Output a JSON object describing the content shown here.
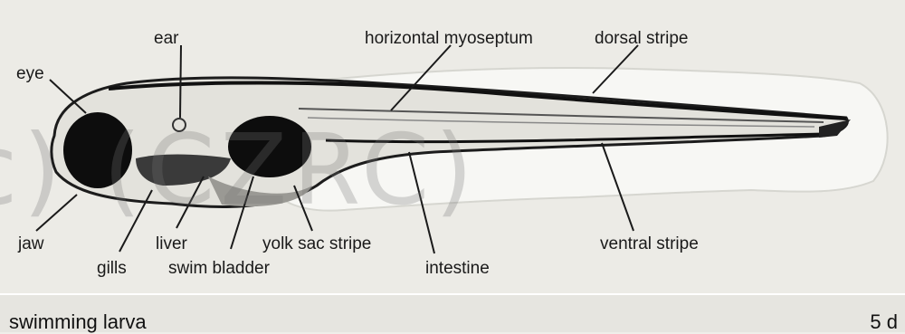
{
  "figure": {
    "labels": {
      "eye": "eye",
      "ear": "ear",
      "horizontal_myoseptum": "horizontal myoseptum",
      "dorsal_stripe": "dorsal stripe",
      "jaw": "jaw",
      "gills": "gills",
      "liver": "liver",
      "swim_bladder": "swim bladder",
      "yolk_sac_stripe": "yolk sac stripe",
      "intestine": "intestine",
      "ventral_stripe": "ventral stripe"
    },
    "watermark": "c) (CZRC)"
  },
  "footer": {
    "stage": "swimming larva",
    "age": "5 d"
  },
  "colors": {
    "background": "#ecebe6",
    "footer_background": "#e6e5e0",
    "ink": "#1a1a1a"
  }
}
